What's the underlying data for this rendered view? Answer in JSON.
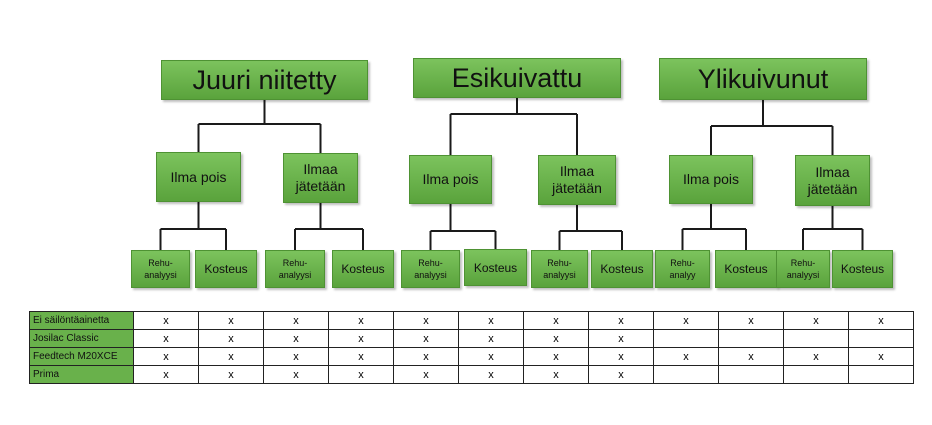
{
  "groups": [
    {
      "title": "Juuri niitetty",
      "branches": [
        {
          "label_lines": [
            "Ilma pois"
          ],
          "leaves": [
            [
              "Rehu-",
              "analyysi"
            ],
            [
              "Kosteus"
            ]
          ]
        },
        {
          "label_lines": [
            "Ilmaa",
            "jätetään"
          ],
          "leaves": [
            [
              "Rehu-",
              "analyysi"
            ],
            [
              "Kosteus"
            ]
          ]
        }
      ]
    },
    {
      "title": "Esikuivattu",
      "branches": [
        {
          "label_lines": [
            "Ilma pois"
          ],
          "leaves": [
            [
              "Rehu-",
              "analyysi"
            ],
            [
              "Kosteus"
            ]
          ]
        },
        {
          "label_lines": [
            "Ilmaa",
            "jätetään"
          ],
          "leaves": [
            [
              "Rehu-",
              "analyysi"
            ],
            [
              "Kosteus"
            ]
          ]
        }
      ]
    },
    {
      "title": "Ylikuivunut",
      "branches": [
        {
          "label_lines": [
            "Ilma pois"
          ],
          "leaves": [
            [
              "Rehu-",
              "analyy"
            ],
            [
              "Kosteus"
            ]
          ]
        },
        {
          "label_lines": [
            "Ilmaa",
            "jätetään"
          ],
          "leaves": [
            [
              "Rehu-",
              "analyysi"
            ],
            [
              "Kosteus"
            ]
          ]
        }
      ]
    }
  ],
  "table": {
    "rows": [
      {
        "label": "Ei säilöntäainetta",
        "cells": [
          "x",
          "x",
          "x",
          "x",
          "x",
          "x",
          "x",
          "x",
          "x",
          "x",
          "x",
          "x"
        ]
      },
      {
        "label": "Josilac Classic",
        "cells": [
          "x",
          "x",
          "x",
          "x",
          "x",
          "x",
          "x",
          "x",
          "",
          "",
          "",
          ""
        ]
      },
      {
        "label": "Feedtech M20XCE",
        "cells": [
          "x",
          "x",
          "x",
          "x",
          "x",
          "x",
          "x",
          "x",
          "x",
          "x",
          "x",
          "x"
        ]
      },
      {
        "label": "Prima",
        "cells": [
          "x",
          "x",
          "x",
          "x",
          "x",
          "x",
          "x",
          "x",
          "",
          "",
          "",
          ""
        ]
      }
    ]
  }
}
